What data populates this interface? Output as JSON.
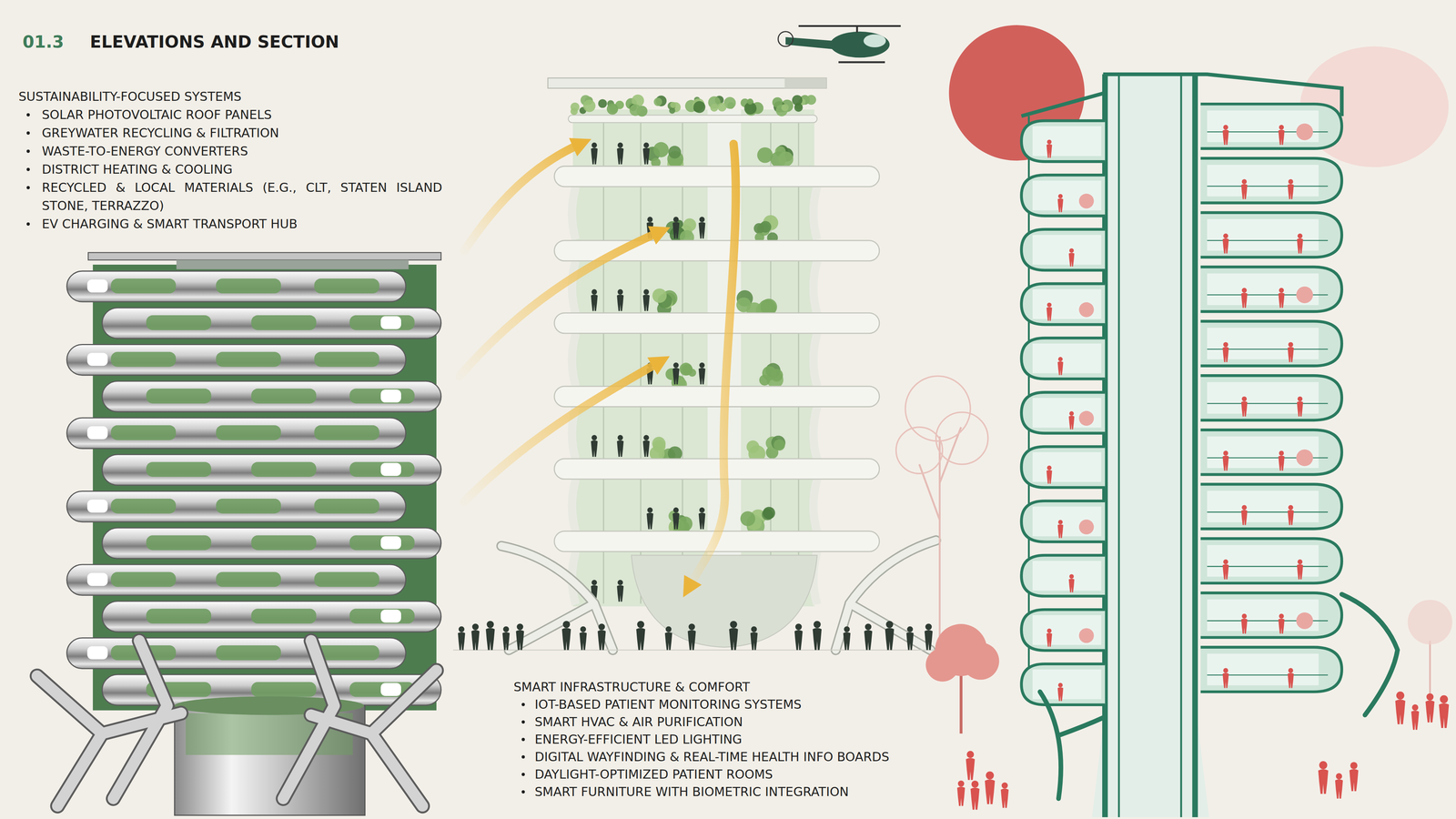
{
  "diagram": {
    "title": "ELEVATIONS AND SECTION",
    "labels": [
      "01.3",
      "SUSTAINABILITY-FOCUSED SYSTEMS",
      "SOLAR PHOTOVOLTAIC ROOF PANELS",
      "GREYWATER RECYCLING & FILTRATION",
      "WASTE-TO-ENERGY CONVERTERS",
      "DISTRICT HEATING & COOLING",
      "RECYCLED & LOCAL MATERIALS (E.G., CLT, STATEN ISLAND STONE, TERRAZZO)",
      "EV CHARGING & SMART TRANSPORT HUB",
      "SMART INFRASTRUCTURE & COMFORT",
      "IOT-BASED PATIENT MONITORING SYSTEMS",
      "SMART HVAC & AIR PURIFICATION",
      "ENERGY-EFFICIENT LED LIGHTING",
      "DIGITAL WAYFINDING & REAL-TIME HEALTH INFO BOARDS",
      "DAYLIGHT-OPTIMIZED PATIENT ROOMS",
      "SMART FURNITURE WITH BIOMETRIC INTEGRATION"
    ]
  }
}
